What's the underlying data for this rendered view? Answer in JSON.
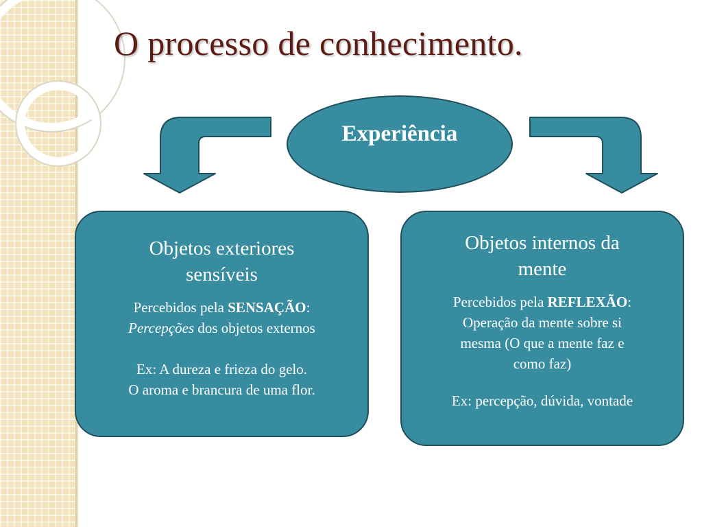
{
  "title": "O processo de conhecimento.",
  "center": {
    "label": "Experiência"
  },
  "left_box": {
    "heading_line1": "Objetos exteriores",
    "heading_line2": "sensíveis",
    "perceived_prefix": "Percebidos pela ",
    "perceived_bold": "SENSAÇÃO",
    "perceived_suffix": ":",
    "detail_italic": "Percepções",
    "detail_rest": " dos objetos externos",
    "example_line1": "Ex: A dureza e frieza do gelo.",
    "example_line2": "O aroma e brancura de uma flor."
  },
  "right_box": {
    "heading_line1": "Objetos internos da",
    "heading_line2": "mente",
    "perceived_prefix": "Percebidos pela ",
    "perceived_bold": "REFLEXÃO",
    "perceived_suffix": ":",
    "detail_line1": "Operação da mente sobre si",
    "detail_line2": "mesma (O que a mente faz e",
    "detail_line3": "como faz)",
    "example": "Ex: percepção, dúvida, vontade"
  },
  "colors": {
    "title": "#5e1b14",
    "shape_fill": "#378d9f",
    "shape_border": "#1f4f5b",
    "text": "#ffffff",
    "side_panel": "#f2e3bc"
  }
}
